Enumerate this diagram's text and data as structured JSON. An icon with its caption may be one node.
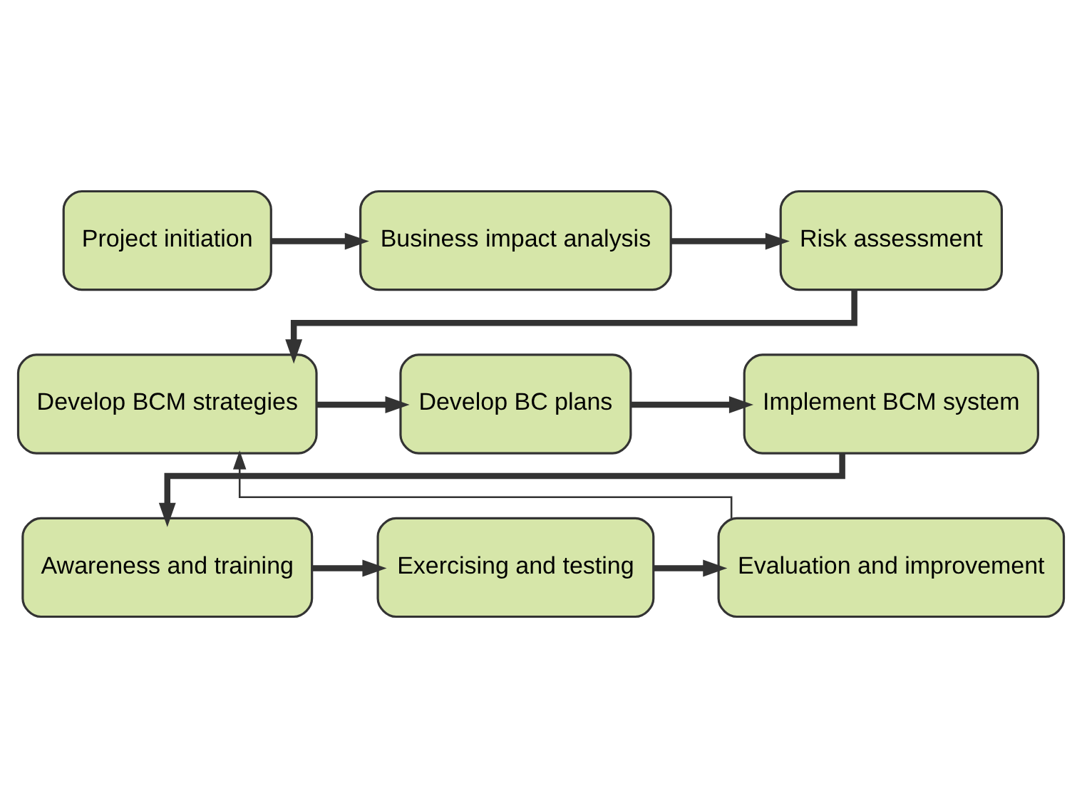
{
  "diagram": {
    "nodes": [
      {
        "text": [
          "Project initiation"
        ]
      },
      {
        "text": [
          "Business impact analysis"
        ]
      },
      {
        "text": [
          "Risk assessment"
        ]
      },
      {
        "text": [
          "Develop BCM strategies"
        ]
      },
      {
        "text": [
          "Develop BC plans"
        ]
      },
      {
        "text": [
          "Implement BCM system"
        ]
      },
      {
        "text": [
          "Awareness and training"
        ]
      },
      {
        "text": [
          "Exercising and testing"
        ]
      },
      {
        "text": [
          "Evaluation and improvement"
        ]
      }
    ],
    "edges": [
      {
        "from": 0,
        "to": 1,
        "arrow": "to"
      },
      {
        "from": 1,
        "to": 2,
        "arrow": "to"
      },
      {
        "from": 2,
        "to": 3,
        "arrow": "to"
      },
      {
        "from": 3,
        "to": 4,
        "arrow": "to"
      },
      {
        "from": 4,
        "to": 5,
        "arrow": "to"
      },
      {
        "from": 5,
        "to": 6,
        "arrow": "to"
      },
      {
        "from": 6,
        "to": 7,
        "arrow": "to"
      },
      {
        "from": 7,
        "to": 8,
        "arrow": "to"
      },
      {
        "from": 8,
        "to": 3,
        "arrow": "to"
      }
    ]
  }
}
